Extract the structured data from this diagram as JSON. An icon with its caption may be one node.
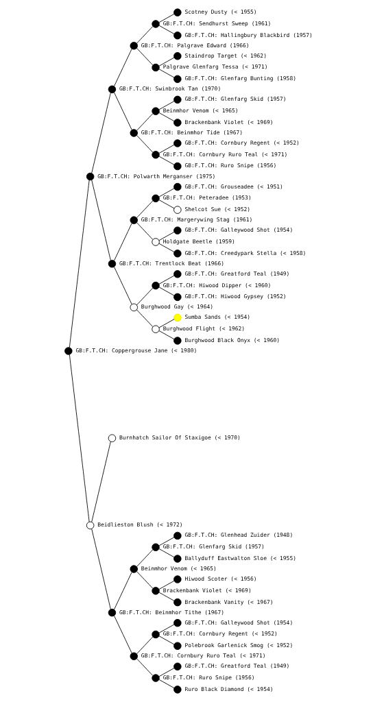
{
  "diagram": {
    "nodes": [
      {
        "text": [],
        "shape": "circle",
        "beside": [
          "Scotney Dusty (< 1955)"
        ]
      },
      {
        "text": [],
        "shape": "circle",
        "beside": [
          "GB:F.T.CH: Sendhurst Sweep (1961)"
        ]
      },
      {
        "text": [],
        "shape": "circle",
        "beside": [
          "GB:F.T.CH: Hallingbury Blackbird (1957)"
        ]
      },
      {
        "text": [],
        "shape": "circle",
        "beside": [
          "GB:F.T.CH: Palgrave Edward (1966)"
        ]
      },
      {
        "text": [],
        "shape": "circle",
        "beside": [
          "Staindrop Target (< 1962)"
        ]
      },
      {
        "text": [],
        "shape": "circle",
        "beside": [
          "Palgrave Glenfarg Tessa (< 1971)"
        ]
      },
      {
        "text": [],
        "shape": "circle",
        "beside": [
          "GB:F.T.CH: Glenfarg Bunting (1958)"
        ]
      },
      {
        "text": [],
        "shape": "circle",
        "beside": [
          "GB:F.T.CH: Swinbrook Tan (1970)"
        ]
      },
      {
        "text": [],
        "shape": "circle",
        "beside": [
          "GB:F.T.CH: Glenfarg Skid (1957)"
        ]
      },
      {
        "text": [],
        "shape": "circle",
        "beside": [
          "Beinmhor Venom (< 1965)"
        ]
      },
      {
        "text": [],
        "shape": "circle",
        "beside": [
          "Brackenbank Violet (< 1969)"
        ]
      },
      {
        "text": [],
        "shape": "circle",
        "beside": [
          "GB:F.T.CH: Beinmhor Tide (1967)"
        ]
      },
      {
        "text": [],
        "shape": "circle",
        "beside": [
          "GB:F.T.CH: Cornbury Regent (< 1952)"
        ]
      },
      {
        "text": [],
        "shape": "circle",
        "beside": [
          "GB:F.T.CH: Cornbury Ruro Teal (< 1971)"
        ]
      },
      {
        "text": [],
        "shape": "circle",
        "beside": [
          "GB:F.T.CH: Ruro Snipe (1956)"
        ]
      },
      {
        "text": [],
        "shape": "circle",
        "beside": [
          "GB:F.T.CH: Polwarth Merganser (1975)"
        ]
      },
      {
        "text": [],
        "shape": "circle",
        "beside": [
          "GB:F.T.CH: Grouseadee (< 1951)"
        ]
      },
      {
        "text": [],
        "shape": "circle",
        "beside": [
          "GB:F.T.CH: Peteradee (1953)"
        ]
      },
      {
        "text": [],
        "shape": "circle",
        "beside": [
          "Shelcot Sue (< 1952)"
        ]
      },
      {
        "text": [],
        "shape": "circle",
        "beside": [
          "GB:F.T.CH: Margerywing Stag (1961)"
        ]
      },
      {
        "text": [],
        "shape": "circle",
        "beside": [
          "GB:F.T.CH: Galleywood Shot (1954)"
        ]
      },
      {
        "text": [],
        "shape": "circle",
        "beside": [
          "Holdgate Beetle (1959)"
        ]
      },
      {
        "text": [],
        "shape": "circle",
        "beside": [
          "GB:F.T.CH: Creedypark Stella (< 1958)"
        ]
      },
      {
        "text": [],
        "shape": "circle",
        "beside": [
          "GB:F.T.CH: Trentlock Beat (1966)"
        ]
      },
      {
        "text": [],
        "shape": "circle",
        "beside": [
          "GB:F.T.CH: Greatford Teal (1949)"
        ]
      },
      {
        "text": [],
        "shape": "circle",
        "beside": [
          "GB:F.T.CH: Hiwood Dipper (< 1960)"
        ]
      },
      {
        "text": [],
        "shape": "circle",
        "beside": [
          "GB:F.T.CH: Hiwood Gypsey (1952)"
        ]
      },
      {
        "text": [],
        "shape": "circle",
        "beside": [
          "Burghwood Gay (< 1964)"
        ]
      },
      {
        "text": [],
        "shape": "circle",
        "beside": [
          "Sumba Sands (< 1954)"
        ]
      },
      {
        "text": [],
        "shape": "circle",
        "beside": [
          "Burghwood Flight (< 1962)"
        ]
      },
      {
        "text": [],
        "shape": "circle",
        "beside": [
          "Burghwood Black Onyx (< 1960)"
        ]
      },
      {
        "text": [],
        "shape": "circle",
        "beside": [
          "GB:F.T.CH: Coppergrouse Jane (< 1980)"
        ]
      },
      {
        "text": [],
        "shape": "circle",
        "beside": [
          "Burnhatch Sailor Of Staxigoe (< 1970)"
        ]
      },
      {
        "text": [],
        "shape": "circle",
        "beside": [
          "Beidlieston Blush (< 1972)"
        ]
      },
      {
        "text": [],
        "shape": "circle",
        "beside": [
          "GB:F.T.CH: Glenhead Zuider (1948)"
        ]
      },
      {
        "text": [],
        "shape": "circle",
        "beside": [
          "GB:F.T.CH: Glenfarg Skid (1957)"
        ]
      },
      {
        "text": [],
        "shape": "circle",
        "beside": [
          "Ballyduff Eastwalton Sloe (< 1955)"
        ]
      },
      {
        "text": [],
        "shape": "circle",
        "beside": [
          "Beinmhor Venom (< 1965)"
        ]
      },
      {
        "text": [],
        "shape": "circle",
        "beside": [
          "Hiwood Scoter (< 1956)"
        ]
      },
      {
        "text": [],
        "shape": "circle",
        "beside": [
          "Brackenbank Violet (< 1969)"
        ]
      },
      {
        "text": [],
        "shape": "circle",
        "beside": [
          "Brackenbank Vanity (< 1967)"
        ]
      },
      {
        "text": [],
        "shape": "circle",
        "beside": [
          "GB:F.T.CH: Beinmhor Tithe (1967)"
        ]
      },
      {
        "text": [],
        "shape": "circle",
        "beside": [
          "GB:F.T.CH: Galleywood Shot (1954)"
        ]
      },
      {
        "text": [],
        "shape": "circle",
        "beside": [
          "GB:F.T.CH: Cornbury Regent (< 1952)"
        ]
      },
      {
        "text": [],
        "shape": "circle",
        "beside": [
          "Polebrook Garlenick Smog (< 1952)"
        ]
      },
      {
        "text": [],
        "shape": "circle",
        "beside": [
          "GB:F.T.CH: Cornbury Ruro Teal (< 1971)"
        ]
      },
      {
        "text": [],
        "shape": "circle",
        "beside": [
          "GB:F.T.CH: Greatford Teal (1949)"
        ]
      },
      {
        "text": [],
        "shape": "circle",
        "beside": [
          "GB:F.T.CH: Ruro Snipe (1956)"
        ]
      },
      {
        "text": [],
        "shape": "circle",
        "beside": [
          "Ruro Black Diamond (< 1954)"
        ]
      }
    ],
    "edges": [
      {
        "from": 31,
        "to": 15,
        "arrow": "none"
      },
      {
        "from": 31,
        "to": 33,
        "arrow": "none"
      },
      {
        "from": 15,
        "to": 7,
        "arrow": "none"
      },
      {
        "from": 15,
        "to": 23,
        "arrow": "none"
      },
      {
        "from": 7,
        "to": 3,
        "arrow": "none"
      },
      {
        "from": 7,
        "to": 11,
        "arrow": "none"
      },
      {
        "from": 3,
        "to": 1,
        "arrow": "none"
      },
      {
        "from": 3,
        "to": 5,
        "arrow": "none"
      },
      {
        "from": 1,
        "to": 0,
        "arrow": "none"
      },
      {
        "from": 1,
        "to": 2,
        "arrow": "none"
      },
      {
        "from": 5,
        "to": 4,
        "arrow": "none"
      },
      {
        "from": 5,
        "to": 6,
        "arrow": "none"
      },
      {
        "from": 11,
        "to": 9,
        "arrow": "none"
      },
      {
        "from": 11,
        "to": 13,
        "arrow": "none"
      },
      {
        "from": 9,
        "to": 8,
        "arrow": "none"
      },
      {
        "from": 9,
        "to": 10,
        "arrow": "none"
      },
      {
        "from": 13,
        "to": 12,
        "arrow": "none"
      },
      {
        "from": 13,
        "to": 14,
        "arrow": "none"
      },
      {
        "from": 23,
        "to": 19,
        "arrow": "none"
      },
      {
        "from": 23,
        "to": 27,
        "arrow": "none"
      },
      {
        "from": 19,
        "to": 17,
        "arrow": "none"
      },
      {
        "from": 19,
        "to": 21,
        "arrow": "none"
      },
      {
        "from": 17,
        "to": 16,
        "arrow": "none"
      },
      {
        "from": 17,
        "to": 18,
        "arrow": "none"
      },
      {
        "from": 21,
        "to": 20,
        "arrow": "none"
      },
      {
        "from": 21,
        "to": 22,
        "arrow": "none"
      },
      {
        "from": 27,
        "to": 25,
        "arrow": "none"
      },
      {
        "from": 27,
        "to": 29,
        "arrow": "none"
      },
      {
        "from": 25,
        "to": 24,
        "arrow": "none"
      },
      {
        "from": 25,
        "to": 26,
        "arrow": "none"
      },
      {
        "from": 29,
        "to": 28,
        "arrow": "none"
      },
      {
        "from": 29,
        "to": 30,
        "arrow": "none"
      },
      {
        "from": 33,
        "to": 32,
        "arrow": "none"
      },
      {
        "from": 33,
        "to": 41,
        "arrow": "none"
      },
      {
        "from": 41,
        "to": 37,
        "arrow": "none"
      },
      {
        "from": 41,
        "to": 45,
        "arrow": "none"
      },
      {
        "from": 37,
        "to": 35,
        "arrow": "none"
      },
      {
        "from": 37,
        "to": 39,
        "arrow": "none"
      },
      {
        "from": 35,
        "to": 34,
        "arrow": "none"
      },
      {
        "from": 35,
        "to": 36,
        "arrow": "none"
      },
      {
        "from": 39,
        "to": 38,
        "arrow": "none"
      },
      {
        "from": 39,
        "to": 40,
        "arrow": "none"
      },
      {
        "from": 45,
        "to": 43,
        "arrow": "none"
      },
      {
        "from": 45,
        "to": 47,
        "arrow": "none"
      },
      {
        "from": 43,
        "to": 42,
        "arrow": "none"
      },
      {
        "from": 43,
        "to": 44,
        "arrow": "none"
      },
      {
        "from": 47,
        "to": 46,
        "arrow": "none"
      },
      {
        "from": 47,
        "to": 48,
        "arrow": "none"
      }
    ]
  }
}
